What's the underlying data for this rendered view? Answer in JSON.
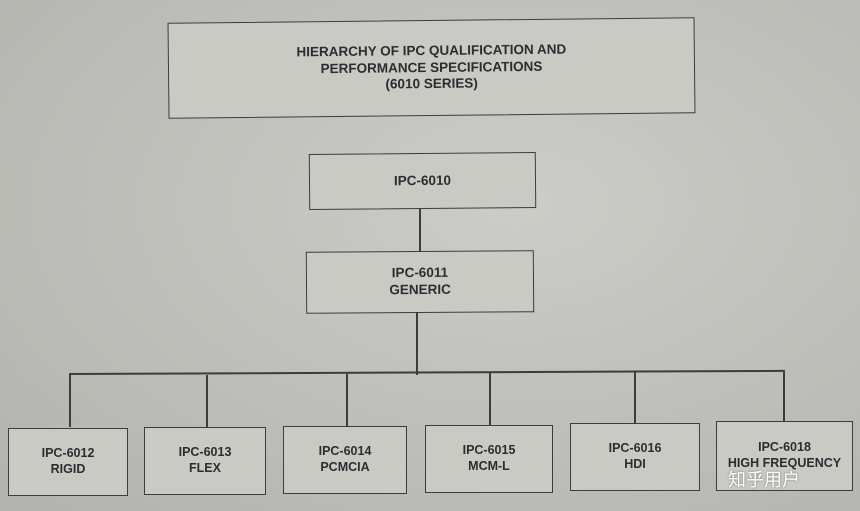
{
  "title": {
    "line1": "HIERARCHY OF IPC QUALIFICATION AND",
    "line2": "PERFORMANCE SPECIFICATIONS",
    "line3": "(6010 SERIES)"
  },
  "root": {
    "label": "IPC-6010"
  },
  "generic": {
    "code": "IPC-6011",
    "name": "GENERIC"
  },
  "children": [
    {
      "code": "IPC-6012",
      "name": "RIGID"
    },
    {
      "code": "IPC-6013",
      "name": "FLEX"
    },
    {
      "code": "IPC-6014",
      "name": "PCMCIA"
    },
    {
      "code": "IPC-6015",
      "name": "MCM-L"
    },
    {
      "code": "IPC-6016",
      "name": "HDI"
    },
    {
      "code": "IPC-6018",
      "name": "HIGH FREQUENCY"
    }
  ],
  "watermark": "知乎用户"
}
